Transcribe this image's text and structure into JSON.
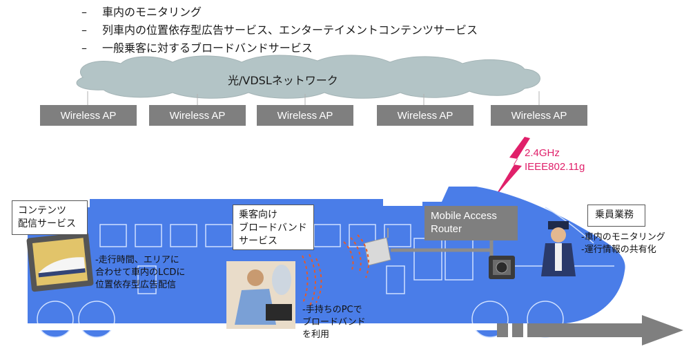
{
  "bullets": [
    {
      "dash": "–",
      "text": "車内のモニタリング"
    },
    {
      "dash": "–",
      "text": "列車内の位置依存型広告サービス、エンターテイメントコンテンツサービス"
    },
    {
      "dash": "–",
      "text": "一般乗客に対するブロードバンドサービス"
    }
  ],
  "network": {
    "label": "光/VDSLネットワーク"
  },
  "access_points": [
    {
      "label": "Wireless AP"
    },
    {
      "label": "Wireless AP"
    },
    {
      "label": "Wireless AP"
    },
    {
      "label": "Wireless AP"
    },
    {
      "label": "Wireless AP"
    }
  ],
  "wireless": {
    "freq": "2.4GHz",
    "standard": "IEEE802.11g"
  },
  "router": {
    "line1": "Mobile Access",
    "line2": "Router"
  },
  "content_service": {
    "line1": "コンテンツ",
    "line2": "配信サービス"
  },
  "ad_text": {
    "line1": "-走行時間、エリアに",
    "line2": "合わせて車内のLCDに",
    "line3": "位置依存型広告配信"
  },
  "broadband_service": {
    "line1": "乗客向け",
    "line2": "ブロードバンド",
    "line3": "サービス"
  },
  "pc_text": {
    "line1": "-手持ちのPCで",
    "line2": "ブロードバンド",
    "line3": "を利用"
  },
  "crew": {
    "title": "乗員業務",
    "line1": "-車内のモニタリング",
    "line2": "-運行情報の共有化"
  },
  "colors": {
    "train": "#4a7de8",
    "cloud": "#b3c4c6",
    "ap": "#7f7f7f",
    "lightning": "#e0206a",
    "arrow": "#7f7f7f"
  }
}
